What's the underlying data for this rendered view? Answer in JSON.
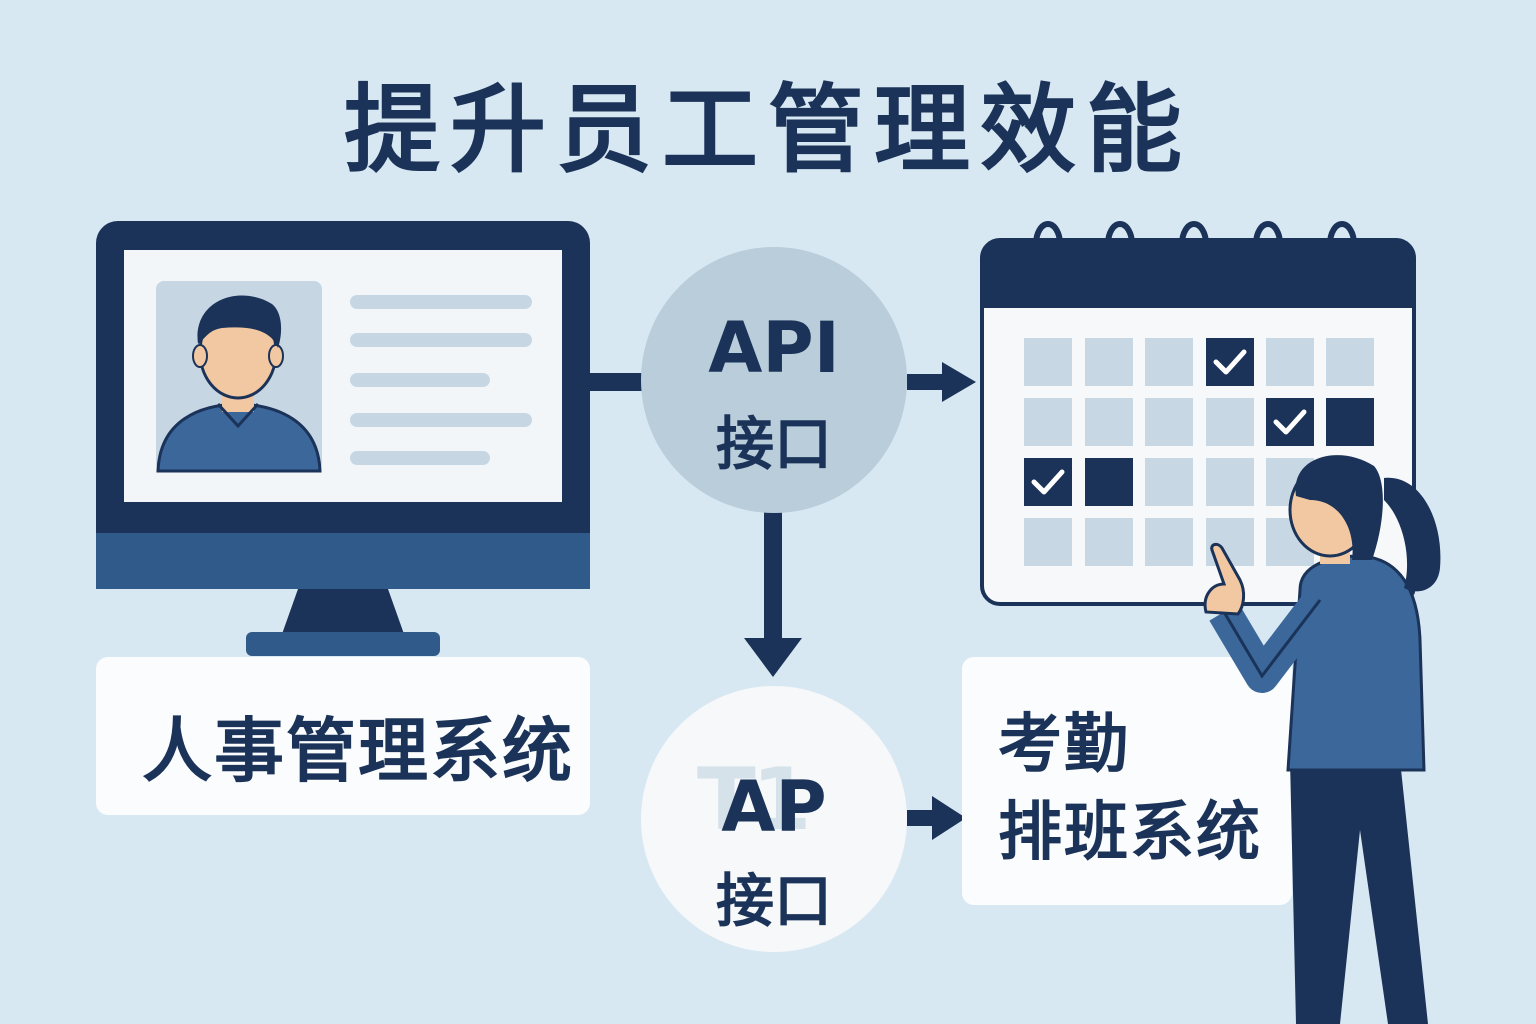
{
  "title": "提升员工管理效能",
  "hr_system": {
    "label": "人事管理系统"
  },
  "api_top": {
    "api": "API",
    "cn": "接口"
  },
  "api_bottom": {
    "api": "AP",
    "cn": "接口",
    "ghost": "T1"
  },
  "attendance_system": {
    "line1": "考勤",
    "line2": "排班系统"
  },
  "colors": {
    "background": "#d8e8f3",
    "navy": "#1b3358",
    "blue": "#3b679b",
    "light_cell": "#c7d7e3"
  },
  "calendar": {
    "checked_cells": [
      "r1c4",
      "r2c5",
      "r3c1"
    ],
    "filled_cells": [
      "r2c6",
      "r3c2"
    ]
  }
}
